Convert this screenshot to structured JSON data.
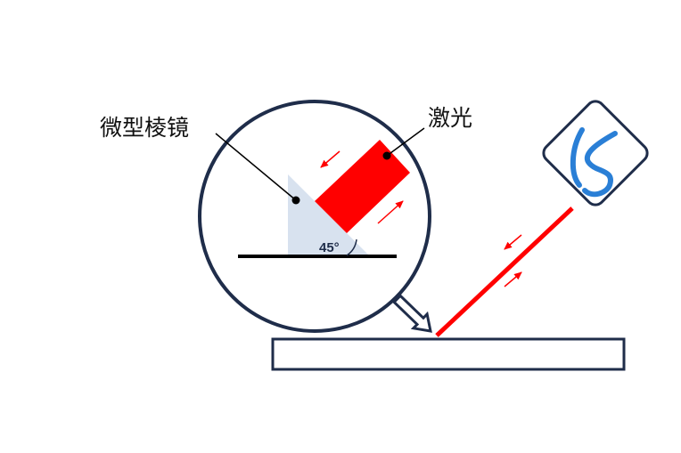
{
  "labels": {
    "prism": "微型棱镜",
    "laser": "激光",
    "angle": "45°"
  },
  "logo": {
    "text": "KS"
  },
  "colors": {
    "navy": "#1f2d4a",
    "red": "#ff0000",
    "prism_fill": "#d8e2ef",
    "logo_blue": "#2a7fd6",
    "black": "#000000"
  },
  "icons": {
    "magnifier": "magnifier-circle-icon",
    "pointer_arrow": "hollow-arrow-icon",
    "logo": "ks-logo-icon",
    "beam_arrows": "red-arrow-icon"
  }
}
